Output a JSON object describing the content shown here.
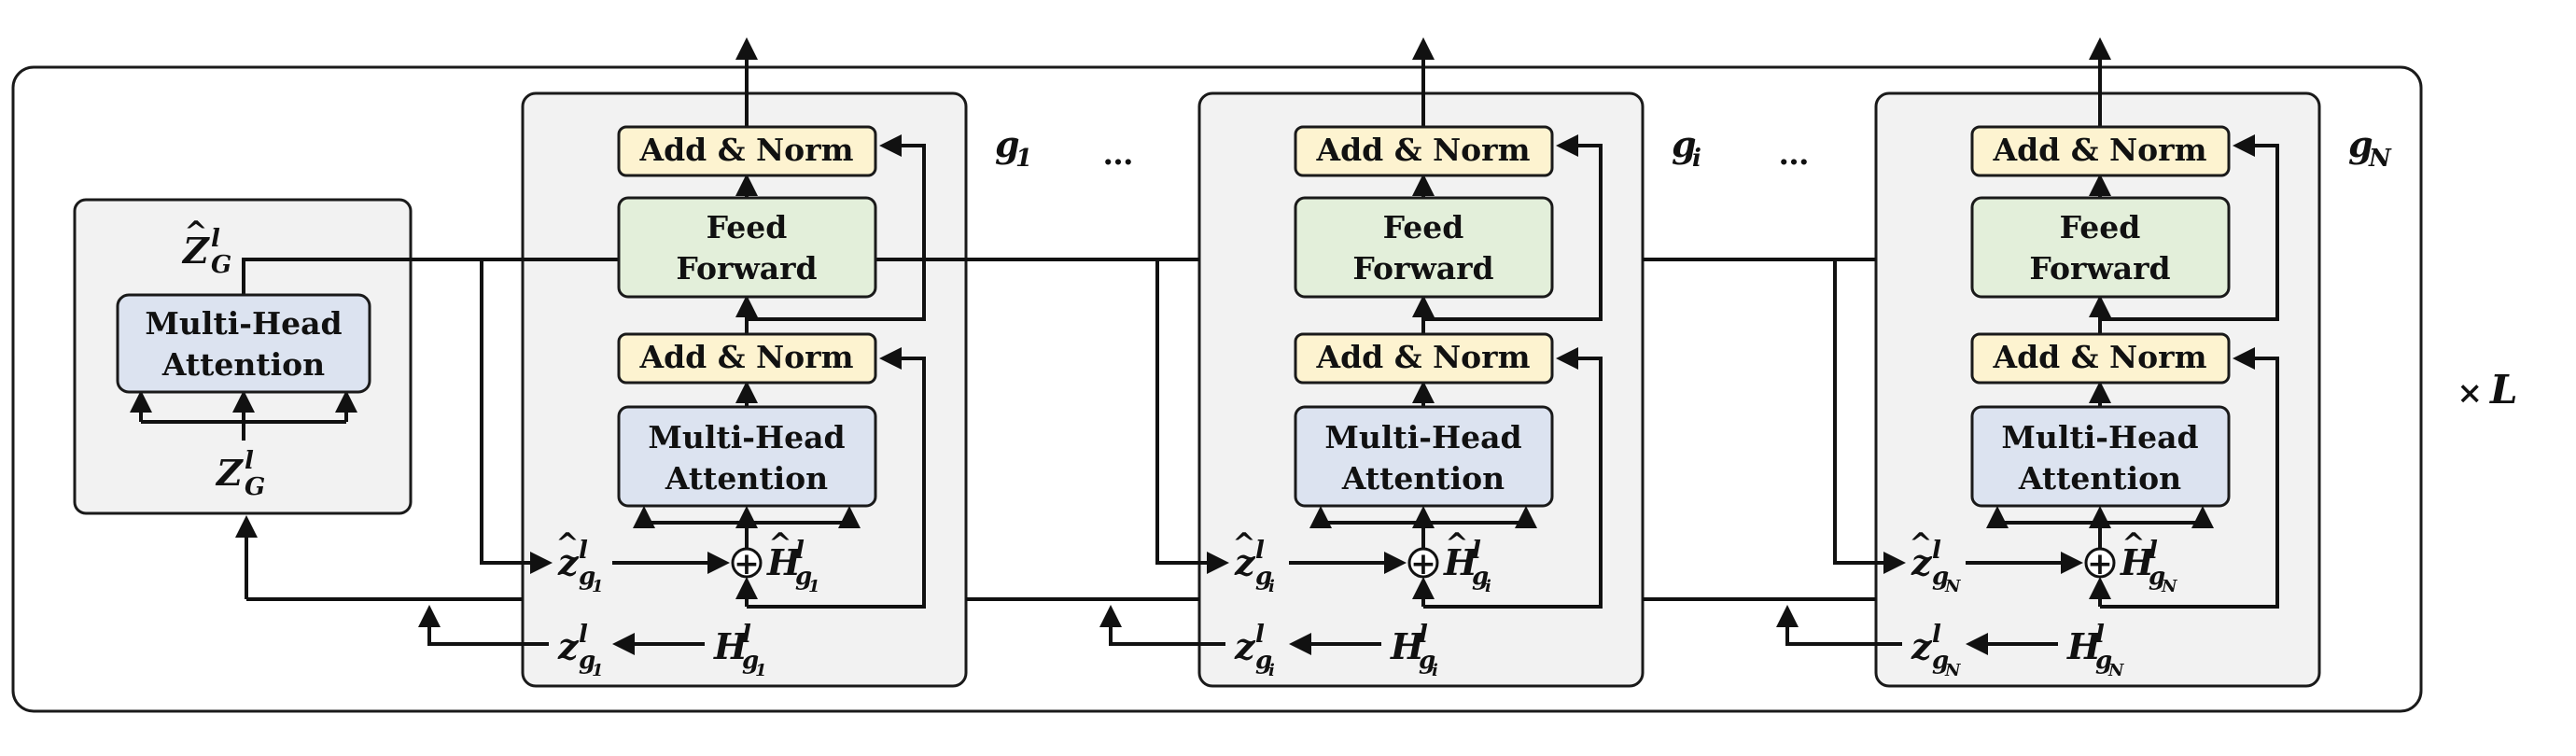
{
  "global_block": {
    "output_label": {
      "main": "Z",
      "hat": "^",
      "sup": "l",
      "sub": "G"
    },
    "attention_label": [
      "Multi-Head",
      "Attention"
    ],
    "input_label": {
      "main": "Z",
      "sup": "l",
      "sub": "G"
    }
  },
  "group_blocks": [
    {
      "group_label": {
        "main": "g",
        "sub": "1"
      },
      "add_norm_top": "Add & Norm",
      "feed_forward": [
        "Feed",
        "Forward"
      ],
      "add_norm_bottom": "Add & Norm",
      "attention": [
        "Multi-Head",
        "Attention"
      ],
      "z_hat": {
        "main": "z",
        "hat": "^",
        "sup": "l",
        "sub": "g",
        "subsub": "1"
      },
      "h_hat": {
        "main": "H",
        "hat": "^",
        "sup": "l",
        "sub": "g",
        "subsub": "1"
      },
      "z": {
        "main": "z",
        "sup": "l",
        "sub": "g",
        "subsub": "1"
      },
      "h": {
        "main": "H",
        "sup": "l",
        "sub": "g",
        "subsub": "1"
      }
    },
    {
      "group_label": {
        "main": "g",
        "sub": "i"
      },
      "add_norm_top": "Add & Norm",
      "feed_forward": [
        "Feed",
        "Forward"
      ],
      "add_norm_bottom": "Add & Norm",
      "attention": [
        "Multi-Head",
        "Attention"
      ],
      "z_hat": {
        "main": "z",
        "hat": "^",
        "sup": "l",
        "sub": "g",
        "subsub": "i"
      },
      "h_hat": {
        "main": "H",
        "hat": "^",
        "sup": "l",
        "sub": "g",
        "subsub": "i"
      },
      "z": {
        "main": "z",
        "sup": "l",
        "sub": "g",
        "subsub": "i"
      },
      "h": {
        "main": "H",
        "sup": "l",
        "sub": "g",
        "subsub": "i"
      }
    },
    {
      "group_label": {
        "main": "g",
        "sub": "N"
      },
      "add_norm_top": "Add & Norm",
      "feed_forward": [
        "Feed",
        "Forward"
      ],
      "add_norm_bottom": "Add & Norm",
      "attention": [
        "Multi-Head",
        "Attention"
      ],
      "z_hat": {
        "main": "z",
        "hat": "^",
        "sup": "l",
        "sub": "g",
        "subsub": "N"
      },
      "h_hat": {
        "main": "H",
        "hat": "^",
        "sup": "l",
        "sub": "g",
        "subsub": "N"
      },
      "z": {
        "main": "z",
        "sup": "l",
        "sub": "g",
        "subsub": "N"
      },
      "h": {
        "main": "H",
        "sup": "l",
        "sub": "g",
        "subsub": "N"
      }
    }
  ],
  "ellipsis": [
    "…",
    "…"
  ],
  "sum_symbol": "+",
  "repeat_label": {
    "times": "×",
    "var": "L"
  },
  "colors": {
    "panel_fill": "#f2f2f2",
    "panel_stroke": "#1a1a1a",
    "add_norm_fill": "#fdf3d0",
    "feed_forward_fill": "#e3efda",
    "attention_fill": "#dce3f0",
    "line": "#111111"
  }
}
